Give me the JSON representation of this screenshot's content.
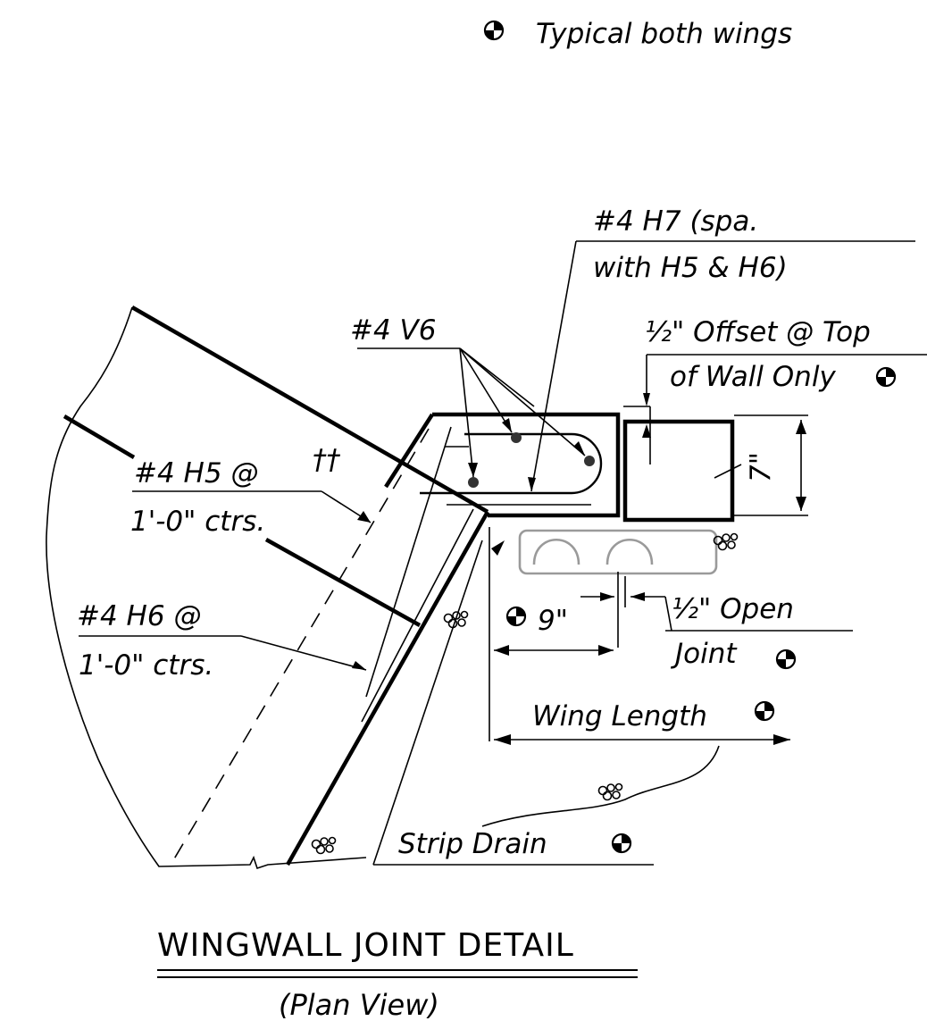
{
  "note": {
    "text": "Typical both wings"
  },
  "labels": {
    "h7_line1": "#4 H7 (spa.",
    "h7_line2": "with H5 & H6)",
    "offset_line1": "½\" Offset @ Top",
    "offset_line2": "of Wall Only",
    "v6": "#4 V6",
    "h5_line1": "#4 H5 @",
    "h5_mark": "††",
    "h5_line2": "1'-0\" ctrs.",
    "h6_line1": "#4 H6 @",
    "h6_line2": "1'-0\" ctrs.",
    "dim_7": "7\"",
    "dim_9": "9\"",
    "open_joint_line1": "½\" Open",
    "open_joint_line2": "Joint",
    "wing_length": "Wing Length",
    "strip_drain": "Strip Drain"
  },
  "title": {
    "main": "WINGWALL JOINT DETAIL",
    "sub": "(Plan View)"
  },
  "symbols": {
    "quadrant": "quadrant-circle-icon",
    "gravel": "gravel-icon"
  }
}
